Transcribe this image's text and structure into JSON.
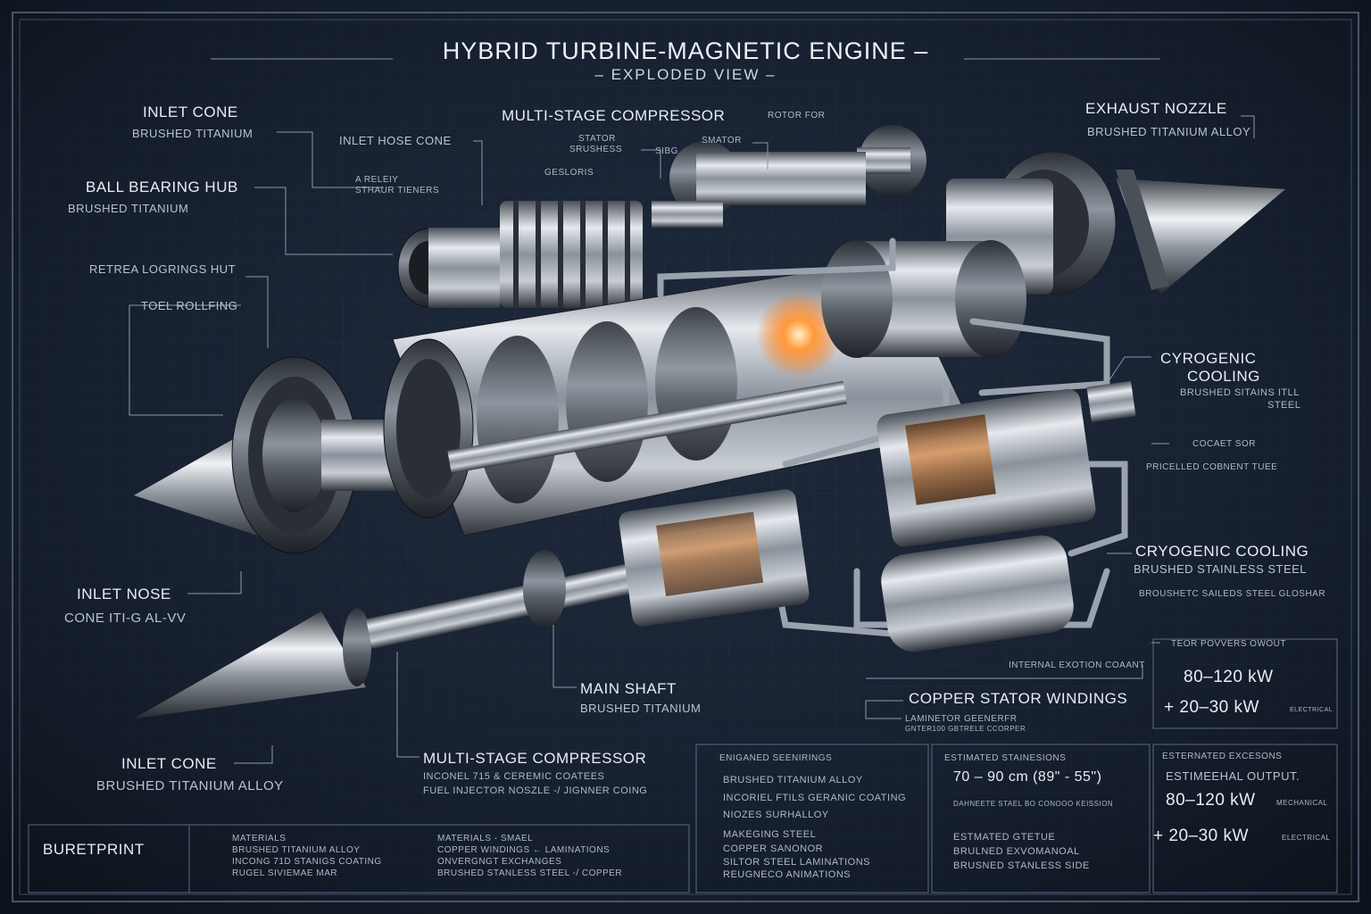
{
  "title": "HYBRID TURBINE-MAGNETIC ENGINE –",
  "subtitle": "– EXPLODED VIEW –",
  "left_labels": {
    "inlet_cone_top": "INLET CONE",
    "inlet_cone_top_sub": "BRUSHED TITANIUM",
    "ball_bearing_hub": "BALL BEARING HUB",
    "ball_bearing_hub_sub": "BRUSHED TITANIUM",
    "retrea": "RETREA LOGRINGS HUT",
    "toel": "TOEL ROLLFING",
    "inlet_nose": "INLET NOSE",
    "inlet_nose_sub": "CONE ITI-G AL-VV",
    "inlet_cone_bottom": "INLET CONE",
    "inlet_cone_bottom_sub": "BRUSHED TITANIUM ALLOY"
  },
  "top_labels": {
    "compressor": "MULTI-STAGE COMPRESSOR",
    "rotor": "ROTOR FOR",
    "inlet_hose_cone": "INLET HOSE CONE",
    "a_releiy": "A RELEIY",
    "sthaur": "STHAUR TIENERS",
    "stator": "STATOR",
    "srushess": "SRUSHESS",
    "sibg": "SIBG",
    "smator": "SMATOR",
    "geslors": "GESLORIS"
  },
  "right_labels": {
    "exhaust_nozzle": "EXHAUST NOZZLE",
    "exhaust_nozzle_sub": "BRUSHED TITANIUM ALLOY",
    "cryo1_a": "CYROGENIC",
    "cryo1_b": "COOLING",
    "cryo1_sub_a": "BRUSHED SITAINS ITLL",
    "cryo1_sub_b": "STEEL",
    "cocaet": "COCAET SOR",
    "pricelled": "PRICELLED COBNENT TUEE",
    "cryo2": "CRYOGENIC COOLING",
    "cryo2_sub": "BRUSHED STAINLESS STEEL",
    "broushe": "BROUSHETC SAILEDS STEEL GLOSHAR",
    "teor": "TEOR POVVERS OWOUT",
    "out1": "80–120 kW",
    "out2": "+  20–30 kW",
    "out2_small": "ELECTRICAL",
    "internal": "INTERNAL EXOTION COAANT",
    "copper": "COPPER STATOR WINDINGS",
    "laminetor": "LAMINETOR GEENERFR",
    "gnter": "GNTER100 GBTRELE CCORPER"
  },
  "bottom_labels": {
    "main_shaft": "MAIN SHAFT",
    "main_shaft_sub": "BRUSHED TITANIUM",
    "compressor2": "MULTI-STAGE COMPRESSOR",
    "compressor2_sub1": "INCONEL 715 & CEREMIC COATEES",
    "compressor2_sub2": "FUEL INJECTOR NOSZLE -/ JIGNNER COING"
  },
  "footer": {
    "brand": "BURETPRINT",
    "col1": [
      "MATERIALS",
      "BRUSHED TITANIUM ALLOY",
      "INCONG 71D STANIGS COATING",
      "RUGEL SIVIEMAE MAR"
    ],
    "col2": [
      "MATERIALS - SMAEL",
      "COPPER WINDINGS  ←  LAMINATIONS",
      "ONVERGNGT EXCHANGES",
      "BRUSHED STANLESS STEEL  -/  COPPER"
    ],
    "col3_head": "ENIGANED SEENIRINGS",
    "col3": [
      "BRUSHED TITANIUM ALLOY",
      "INCORIEL FTILS GERANIC COATING",
      "NIOZES SURHALLOY",
      "MAKEGING STEEL",
      "COPPER SANONOR",
      "SILTOR STEEL LAMINATIONS",
      "REUGNECO ANIMATIONS"
    ],
    "col4_head": "ESTIMATED STAINESIONS",
    "col4_value": "70 – 90 cm (89\" - 55\")",
    "col4_line": "DAHNEETE STAEL BO CONOOO KEISSION",
    "col4_est": "ESTMATED GTETUE",
    "col4_a": "BRULNED EXVOMANOAL",
    "col4_b": "BRUSNED STANLESS SIDE",
    "col5_head": "ESTERNATED EXCESONS",
    "col5_a": "ESTIMEEHAL OUTPUT.",
    "col5_v1": "80–120 kW",
    "col5_v1_small": "MECHANICAL",
    "col5_v2": "+  20–30 kW",
    "col5_v2_small": "ELECTRICAL"
  },
  "colors": {
    "background": "#1a2434",
    "grid": "#2a3850",
    "metal_light": "#d8dde3",
    "metal_dark": "#3a4048",
    "copper": "#b8733a",
    "glow": "#ff9a3c"
  }
}
